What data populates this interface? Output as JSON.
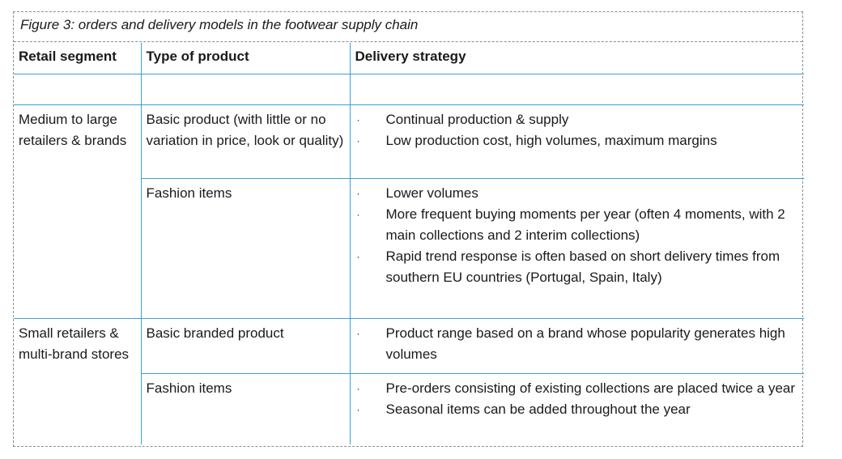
{
  "caption": "Figure 3: orders and delivery models in the footwear supply chain",
  "headers": [
    "Retail segment",
    "Type of product",
    "Delivery strategy"
  ],
  "bullet_glyph": "·",
  "groups": [
    {
      "segment": "Medium to large retailers & brands",
      "rows": [
        {
          "product": "Basic product (with little or no variation in price, look or quality)",
          "strategy": [
            "Continual production & supply",
            "Low production cost, high volumes, maximum margins"
          ]
        },
        {
          "product": "Fashion items",
          "strategy": [
            "Lower volumes",
            "More frequent buying moments per year (often 4 moments, with 2 main collections and 2 interim collections)",
            "Rapid trend response is often based on short delivery times from southern EU countries (Portugal, Spain, Italy)"
          ]
        }
      ]
    },
    {
      "segment": "Small retailers & multi-brand stores",
      "rows": [
        {
          "product": "Basic branded product",
          "strategy": [
            "Product range based on a brand whose popularity generates high volumes"
          ]
        },
        {
          "product": "Fashion items",
          "strategy": [
            "Pre-orders consisting of existing collections are placed twice a year",
            "Seasonal items can be added throughout the year"
          ]
        }
      ]
    }
  ]
}
